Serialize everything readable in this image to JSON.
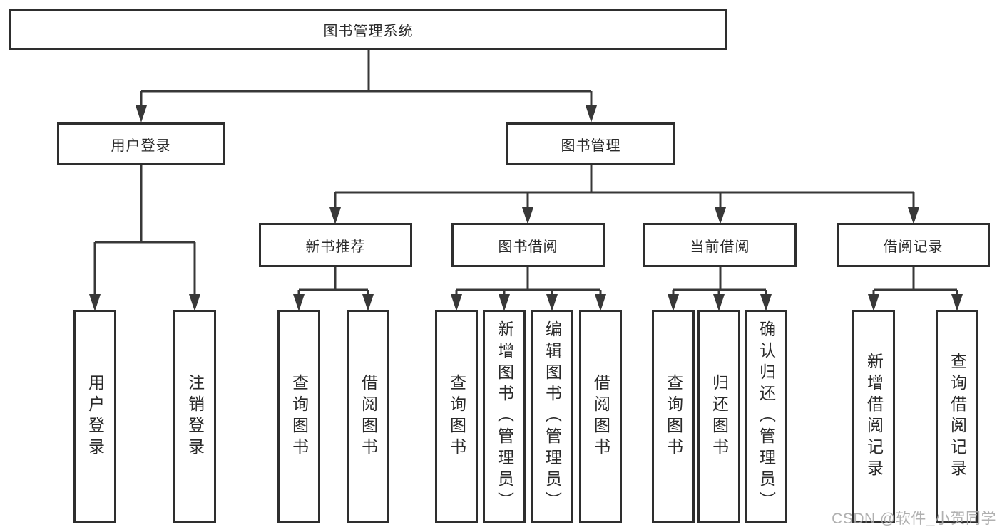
{
  "diagram": {
    "root": {
      "label": "图书管理系统"
    },
    "level1": [
      {
        "label": "用户登录",
        "children": [
          {
            "label": "用户登录"
          },
          {
            "label": "注销登录"
          }
        ]
      },
      {
        "label": "图书管理",
        "groups": [
          {
            "label": "新书推荐",
            "children": [
              {
                "label": "查询图书"
              },
              {
                "label": "借阅图书"
              }
            ]
          },
          {
            "label": "图书借阅",
            "children": [
              {
                "label": "查询图书"
              },
              {
                "label": "新增图书（管理员）"
              },
              {
                "label": "编辑图书（管理员）"
              },
              {
                "label": "借阅图书"
              }
            ]
          },
          {
            "label": "当前借阅",
            "children": [
              {
                "label": "查询图书"
              },
              {
                "label": "归还图书"
              },
              {
                "label": "确认归还（管理员）"
              }
            ]
          },
          {
            "label": "借阅记录",
            "children": [
              {
                "label": "新增借阅记录"
              },
              {
                "label": "查询借阅记录"
              }
            ]
          }
        ]
      }
    ]
  },
  "watermark": {
    "text": "CSDN @软件_小贺同学"
  },
  "colors": {
    "line": "#383838",
    "box_border": "#2e2e2e",
    "text": "#2a2a2a",
    "background": "#ffffff",
    "watermark": "#a8a8a8"
  }
}
